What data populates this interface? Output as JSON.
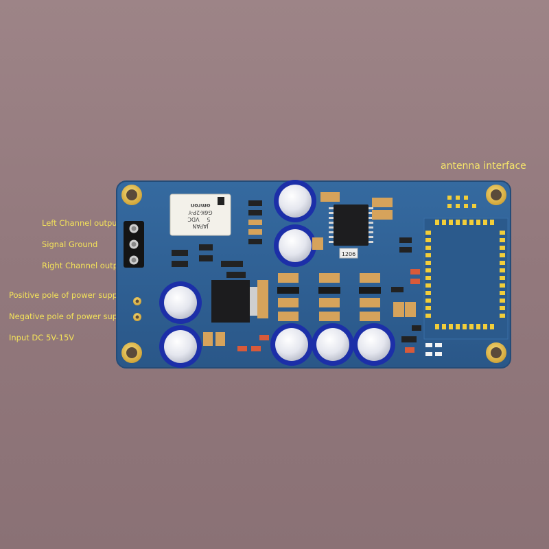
{
  "labels": {
    "antenna": "antenna interface",
    "left_channel": "Left Channel output",
    "signal_ground": "Signal Ground",
    "right_channel": "Right Channel output",
    "positive_pole": "Positive pole of power supply",
    "negative_pole": "Negative pole of power supply",
    "input_dc": "Input DC 5V-15V"
  },
  "relay": {
    "brand": "omron",
    "line1": "G6K-2P-Y",
    "line2": "5",
    "line3": "VDC",
    "line4": "JAPAN"
  },
  "chip_marking": "1206",
  "colors": {
    "background": "#95797d",
    "board": "#2e5f92",
    "label": "#f4e35a",
    "pad_gold": "#e9c04a",
    "capacitor": "#1c2fa8"
  }
}
